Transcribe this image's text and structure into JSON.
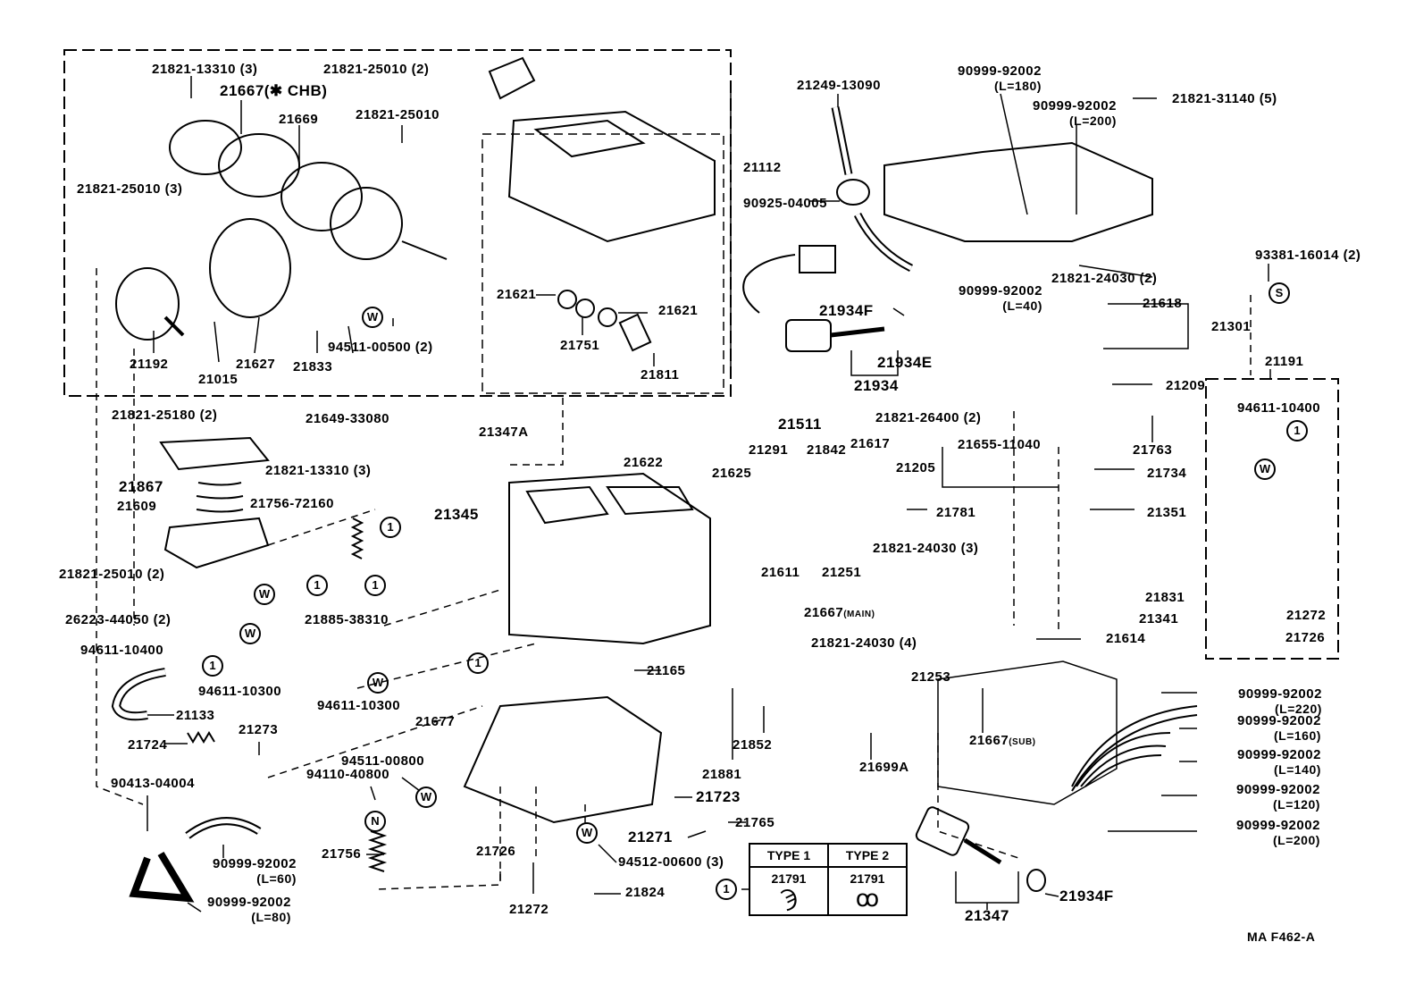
{
  "diagram": {
    "code": "MA  F462-A",
    "groups": {
      "upper_box_21112": "21112",
      "right_box_21191": "21191"
    },
    "labels": [
      {
        "id": "l1",
        "text": "21821-13310 (3)"
      },
      {
        "id": "l2",
        "text": "21821-25010 (2)"
      },
      {
        "id": "l3",
        "text": "21667(✱ CHB)"
      },
      {
        "id": "l4",
        "text": "21669"
      },
      {
        "id": "l5",
        "text": "21821-25010"
      },
      {
        "id": "l6",
        "text": "21821-25010 (3)"
      },
      {
        "id": "l7",
        "text": "21192"
      },
      {
        "id": "l8",
        "text": "21015"
      },
      {
        "id": "l9",
        "text": "21627"
      },
      {
        "id": "l10",
        "text": "21833"
      },
      {
        "id": "l11",
        "text": "94511-00500 (2)"
      },
      {
        "id": "l12",
        "text": "21112"
      },
      {
        "id": "l13",
        "text": "21621"
      },
      {
        "id": "l14",
        "text": "21621"
      },
      {
        "id": "l15",
        "text": "21751"
      },
      {
        "id": "l16",
        "text": "21811"
      },
      {
        "id": "l17",
        "text": "21249-13090"
      },
      {
        "id": "l18",
        "text": "90925-04005"
      },
      {
        "id": "l19",
        "text": "90999-92002",
        "sub": "(L=180)"
      },
      {
        "id": "l20",
        "text": "90999-92002",
        "sub": "(L=200)"
      },
      {
        "id": "l21",
        "text": "21821-31140 (5)"
      },
      {
        "id": "l22",
        "text": "21821-24030 (2)"
      },
      {
        "id": "l23",
        "text": "90999-92002",
        "sub": "(L=40)"
      },
      {
        "id": "l24",
        "text": "21934F"
      },
      {
        "id": "l25",
        "text": "21934E"
      },
      {
        "id": "l26",
        "text": "21934"
      },
      {
        "id": "l27",
        "text": "93381-16014 (2)"
      },
      {
        "id": "l28",
        "text": "21618"
      },
      {
        "id": "l29",
        "text": "21301"
      },
      {
        "id": "l30",
        "text": "21191"
      },
      {
        "id": "l31",
        "text": "21209"
      },
      {
        "id": "l32",
        "text": "21763"
      },
      {
        "id": "l33",
        "text": "94611-10400"
      },
      {
        "id": "l34",
        "text": "21272"
      },
      {
        "id": "l35",
        "text": "21726"
      },
      {
        "id": "l36",
        "text": "21821-25180 (2)"
      },
      {
        "id": "l37",
        "text": "21649-33080"
      },
      {
        "id": "l38",
        "text": "21821-13310 (3)"
      },
      {
        "id": "l39",
        "text": "21347A"
      },
      {
        "id": "l40",
        "text": "21867"
      },
      {
        "id": "l41",
        "text": "21609"
      },
      {
        "id": "l42",
        "text": "21756-72160"
      },
      {
        "id": "l43",
        "text": "21345"
      },
      {
        "id": "l44",
        "text": "21821-25010 (2)"
      },
      {
        "id": "l45",
        "text": "26223-44050 (2)"
      },
      {
        "id": "l46",
        "text": "94611-10400"
      },
      {
        "id": "l47",
        "text": "21885-38310"
      },
      {
        "id": "l48",
        "text": "94611-10300"
      },
      {
        "id": "l49",
        "text": "94611-10300"
      },
      {
        "id": "l50",
        "text": "21133"
      },
      {
        "id": "l51",
        "text": "21622"
      },
      {
        "id": "l52",
        "text": "21511"
      },
      {
        "id": "l53",
        "text": "21291"
      },
      {
        "id": "l54",
        "text": "21842"
      },
      {
        "id": "l55",
        "text": "21625"
      },
      {
        "id": "l56",
        "text": "21617"
      },
      {
        "id": "l57",
        "text": "21611"
      },
      {
        "id": "l58",
        "text": "21251"
      },
      {
        "id": "l59",
        "text": "21821-26400 (2)"
      },
      {
        "id": "l60",
        "text": "21655-11040"
      },
      {
        "id": "l61",
        "text": "21205"
      },
      {
        "id": "l62",
        "text": "21734"
      },
      {
        "id": "l63",
        "text": "21781"
      },
      {
        "id": "l64",
        "text": "21351"
      },
      {
        "id": "l65",
        "text": "21821-24030 (3)"
      },
      {
        "id": "l66",
        "text": "21831"
      },
      {
        "id": "l67",
        "text": "21341"
      },
      {
        "id": "l68",
        "text": "21614"
      },
      {
        "id": "l69",
        "text": "21667",
        "small": "(MAIN)"
      },
      {
        "id": "l70",
        "text": "21165"
      },
      {
        "id": "l71",
        "text": "21821-24030 (4)"
      },
      {
        "id": "l72",
        "text": "21253"
      },
      {
        "id": "l73",
        "text": "21667",
        "small": "(SUB)"
      },
      {
        "id": "l74",
        "text": "21852"
      },
      {
        "id": "l75",
        "text": "21881"
      },
      {
        "id": "l76",
        "text": "21699A"
      },
      {
        "id": "l77",
        "text": "90999-92002",
        "sub": "(L=220)"
      },
      {
        "id": "l78",
        "text": "90999-92002",
        "sub": "(L=160)"
      },
      {
        "id": "l79",
        "text": "90999-92002",
        "sub": "(L=140)"
      },
      {
        "id": "l80",
        "text": "90999-92002",
        "sub": "(L=120)"
      },
      {
        "id": "l81",
        "text": "90999-92002",
        "sub": "(L=200)"
      },
      {
        "id": "l82",
        "text": "21677"
      },
      {
        "id": "l83",
        "text": "21724"
      },
      {
        "id": "l84",
        "text": "21273"
      },
      {
        "id": "l85",
        "text": "94511-00800"
      },
      {
        "id": "l86",
        "text": "94110-40800"
      },
      {
        "id": "l87",
        "text": "90413-04004"
      },
      {
        "id": "l88",
        "text": "90999-92002",
        "sub": "(L=60)"
      },
      {
        "id": "l89",
        "text": "90999-92002",
        "sub": "(L=80)"
      },
      {
        "id": "l90",
        "text": "21756"
      },
      {
        "id": "l91",
        "text": "21726"
      },
      {
        "id": "l92",
        "text": "21272"
      },
      {
        "id": "l93",
        "text": "21824"
      },
      {
        "id": "l94",
        "text": "94512-00600 (3)"
      },
      {
        "id": "l95",
        "text": "21723"
      },
      {
        "id": "l96",
        "text": "21271"
      },
      {
        "id": "l97",
        "text": "21765"
      },
      {
        "id": "l98",
        "text": "21347"
      },
      {
        "id": "l99",
        "text": "21934F"
      }
    ],
    "markers": {
      "washer": "W",
      "nut": "N",
      "screw": "S",
      "clip_ref": "1"
    },
    "legend": {
      "ref": "1",
      "type1": {
        "header": "TYPE 1",
        "part": "21791"
      },
      "type2": {
        "header": "TYPE 2",
        "part": "21791"
      }
    }
  }
}
